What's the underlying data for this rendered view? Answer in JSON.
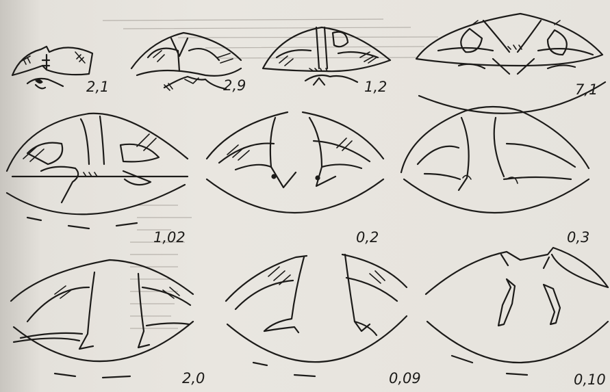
{
  "panels": [
    {
      "id": "p1",
      "label": "2,1"
    },
    {
      "id": "p2",
      "label": "2,9"
    },
    {
      "id": "p3",
      "label": "1,2"
    },
    {
      "id": "p4",
      "label": "7,1"
    },
    {
      "id": "p5",
      "label": "1,02"
    },
    {
      "id": "p6",
      "label": "0,2"
    },
    {
      "id": "p7",
      "label": "0,3"
    },
    {
      "id": "p8",
      "label": "2,0"
    },
    {
      "id": "p9",
      "label": "0,09"
    },
    {
      "id": "p10",
      "label": "0,10"
    }
  ]
}
